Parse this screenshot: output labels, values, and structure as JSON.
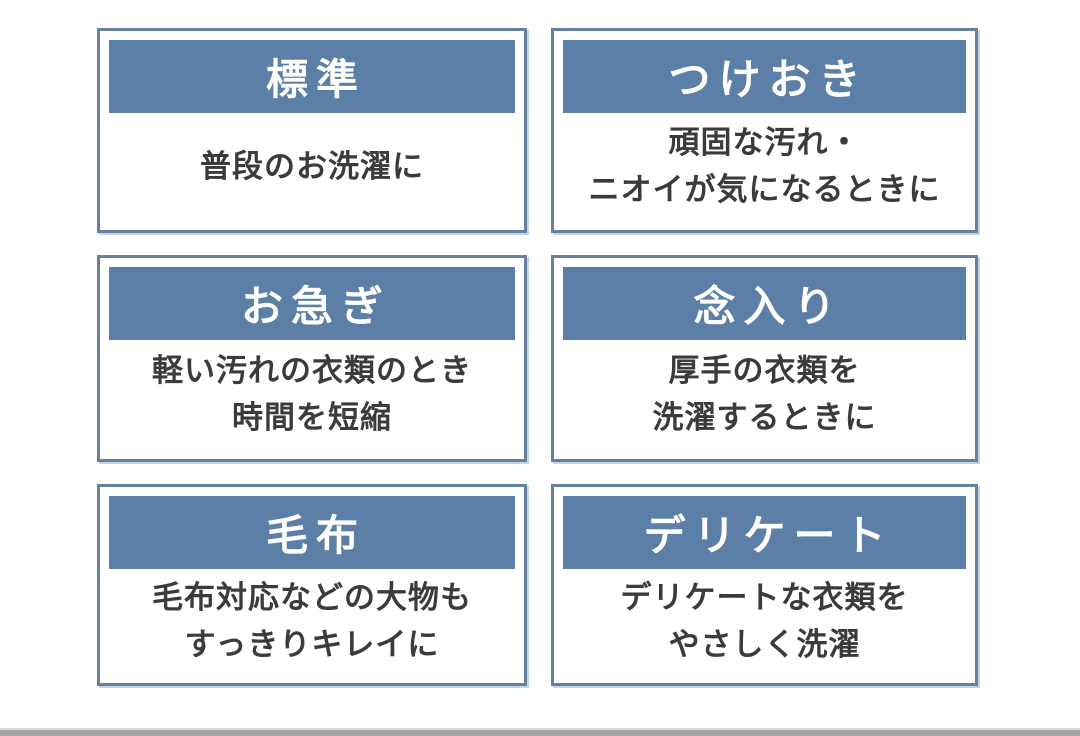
{
  "cards": [
    {
      "title": "標準",
      "description_lines": [
        "普段のお洗濯に"
      ]
    },
    {
      "title": "つけおき",
      "description_lines": [
        "頑固な汚れ・",
        "ニオイが気になるときに"
      ]
    },
    {
      "title": "お急ぎ",
      "description_lines": [
        "軽い汚れの衣類のとき",
        "時間を短縮"
      ]
    },
    {
      "title": "念入り",
      "description_lines": [
        "厚手の衣類を",
        "洗濯するときに"
      ]
    },
    {
      "title": "毛布",
      "description_lines": [
        "毛布対応などの大物も",
        "すっきりキレイに"
      ]
    },
    {
      "title": "デリケート",
      "description_lines": [
        "デリケートな衣類を",
        "やさしく洗濯"
      ]
    }
  ],
  "colors": {
    "header_background": "#5b7fa6",
    "card_border": "#66809d",
    "card_border_highlight": "#b9cbdd",
    "header_text": "#ffffff",
    "body_text": "#3b3b3b",
    "page_background": "#ffffff",
    "bottom_bar": "#a3a3a3",
    "bottom_bar_highlight": "#d9d9d9"
  }
}
